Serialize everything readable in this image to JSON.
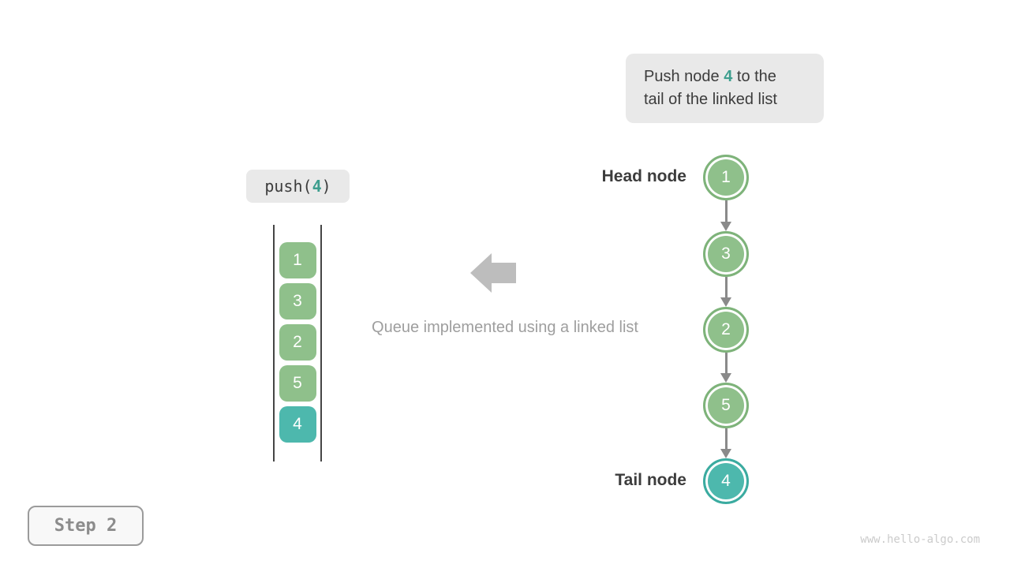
{
  "colors": {
    "box-bg": "#E9E9E9",
    "dark-text": "#3C3C3C",
    "accent-text": "#3D9E8E",
    "green": "#8FC08B",
    "green-border": "#7EB37A",
    "teal": "#4DB8AD",
    "teal-border": "#3BABA0",
    "gray-arrow": "#BDBDBD",
    "caption-gray": "#9E9E9E",
    "connector-gray": "#8A8A8A",
    "stack-line": "#454545",
    "step-border": "#9B9B9B",
    "step-text": "#8C8C8C",
    "watermark-gray": "#CBCBCB"
  },
  "note": {
    "line1_pre": "Push node ",
    "value": "4",
    "line1_post": " to the",
    "line2": "tail of the linked list"
  },
  "push_call": {
    "pre": "push(",
    "value": "4",
    "post": ")"
  },
  "queue": {
    "items": [
      {
        "value": "1"
      },
      {
        "value": "3"
      },
      {
        "value": "2"
      },
      {
        "value": "5"
      },
      {
        "value": "4",
        "highlight": true
      }
    ]
  },
  "caption": "Queue implemented using a linked list",
  "linked_list": {
    "head_label": "Head node",
    "tail_label": "Tail node",
    "nodes": [
      {
        "value": "1"
      },
      {
        "value": "3"
      },
      {
        "value": "2"
      },
      {
        "value": "5"
      },
      {
        "value": "4",
        "highlight": true
      }
    ]
  },
  "step_label": "Step 2",
  "watermark": "www.hello-algo.com"
}
